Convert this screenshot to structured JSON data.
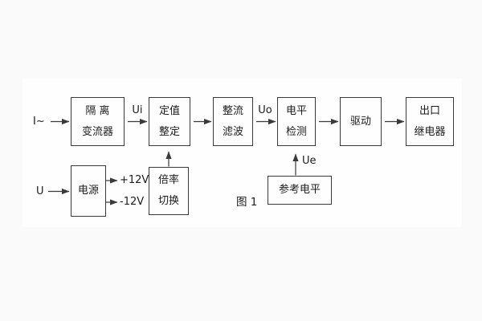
{
  "figure": {
    "caption": "图 1"
  },
  "colors": {
    "line": "#3a3a3a",
    "text": "#1c1c1c",
    "page_background": "#fafafa",
    "figure_background": "#fefefe"
  },
  "blocks": {
    "isolation": {
      "line1": "隔 离",
      "line2": "变流器"
    },
    "setting": {
      "line1": "定值",
      "line2": "整定"
    },
    "rectify_filter": {
      "line1": "整流",
      "line2": "滤波"
    },
    "level_detect": {
      "line1": "电平",
      "line2": "检测"
    },
    "drive": {
      "label": "驱动"
    },
    "output_relay": {
      "line1": "出口",
      "line2": "继电器"
    },
    "power": {
      "label": "电源"
    },
    "ratio_switch": {
      "line1": "倍率",
      "line2": "切换"
    },
    "reference_level": {
      "label": "参考电平"
    }
  },
  "signals": {
    "input_current": "I~",
    "ui": "Ui",
    "uo": "Uo",
    "ue": "Ue",
    "input_voltage": "U",
    "plus_12v": "+12V",
    "minus_12v": "-12V"
  }
}
